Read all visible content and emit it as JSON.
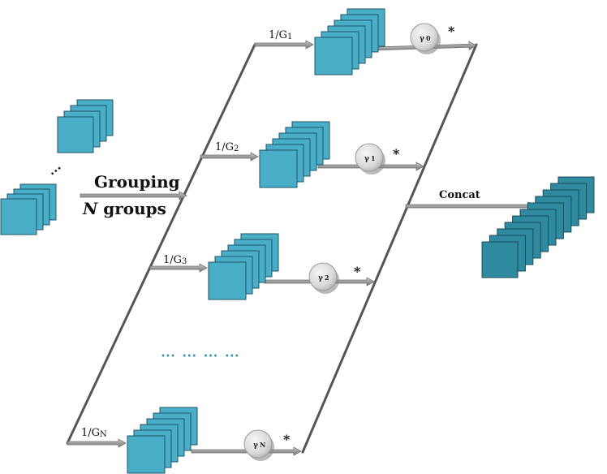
{
  "input_block": {
    "dots": "⋯"
  },
  "grouping": {
    "title": "Grouping",
    "subtitle_italic": "N",
    "subtitle_rest": " groups"
  },
  "concat_label": "Concat",
  "ellipsis": "⋯ ⋯ ⋯ ⋯",
  "branches": [
    {
      "ratio": "1/G",
      "ratio_sub": "1",
      "gamma": "γ",
      "gamma_sub": "0",
      "op": "*"
    },
    {
      "ratio": "1/G",
      "ratio_sub": "2",
      "gamma": "γ",
      "gamma_sub": "1",
      "op": "*"
    },
    {
      "ratio": "1/G",
      "ratio_sub": "3",
      "gamma": "γ",
      "gamma_sub": "2",
      "op": "*"
    },
    {
      "ratio": "1/G",
      "ratio_sub": "N",
      "gamma": "γ",
      "gamma_sub": "N",
      "op": "*"
    }
  ],
  "colors": {
    "square_fill": "#4aaec9",
    "square_stroke": "#1f5566",
    "output_fill": "#2f8aa0",
    "output_stroke": "#184d5a",
    "arrow": "#a5a5a5",
    "frame": "#555555"
  }
}
